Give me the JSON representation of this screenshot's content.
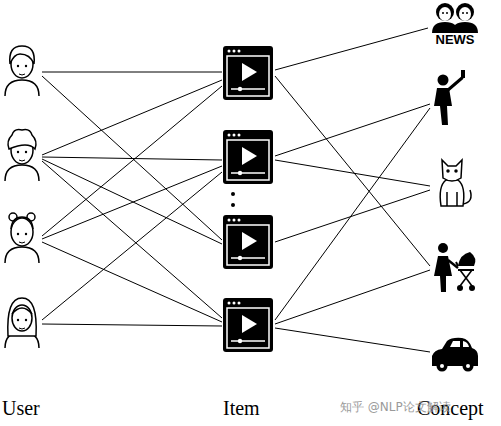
{
  "diagram": {
    "nodes": [
      {
        "text": [
          "NEWS"
        ]
      }
    ],
    "labels": [
      "User",
      "Item",
      "Concept",
      "知乎 @NLP论文解读"
    ]
  }
}
